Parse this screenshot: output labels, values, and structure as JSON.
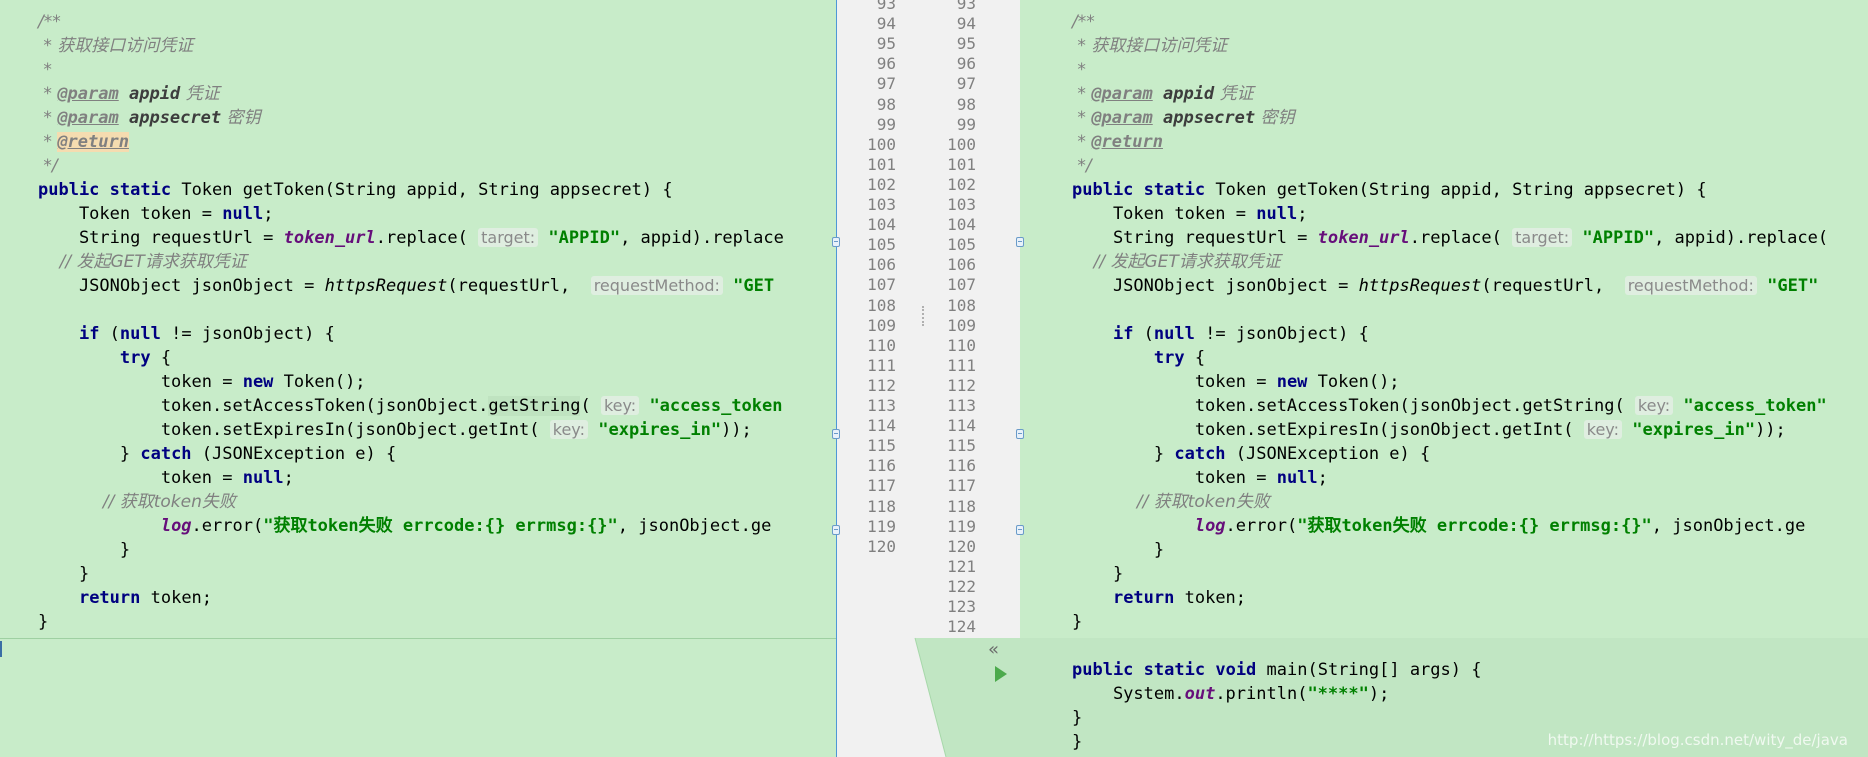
{
  "left_code": [
    {
      "l": [
        {
          "t": "/**",
          "c": "cm"
        }
      ]
    },
    {
      "l": [
        {
          "t": " * ",
          "c": "cm"
        },
        {
          "t": "获取接口访问凭证",
          "c": "cm"
        }
      ]
    },
    {
      "l": [
        {
          "t": " *",
          "c": "cm"
        }
      ]
    },
    {
      "l": [
        {
          "t": " * ",
          "c": "cm"
        },
        {
          "t": "@param",
          "c": "tag"
        },
        {
          "t": " "
        },
        {
          "t": "appid",
          "c": "pname"
        },
        {
          "t": " 凭证",
          "c": "cm"
        }
      ]
    },
    {
      "l": [
        {
          "t": " * ",
          "c": "cm"
        },
        {
          "t": "@param",
          "c": "tag"
        },
        {
          "t": " "
        },
        {
          "t": "appsecret",
          "c": "pname"
        },
        {
          "t": " 密钥",
          "c": "cm"
        }
      ]
    },
    {
      "l": [
        {
          "t": " * ",
          "c": "cm"
        },
        {
          "t": "@return",
          "c": "tag tag-hl"
        }
      ]
    },
    {
      "l": [
        {
          "t": " */",
          "c": "cm"
        }
      ]
    },
    {
      "l": [
        {
          "t": "public",
          "c": "kw"
        },
        {
          "t": " "
        },
        {
          "t": "static",
          "c": "kw"
        },
        {
          "t": " Token getToken(String appid, String appsecret) {"
        }
      ]
    },
    {
      "l": [
        {
          "t": "    Token token = "
        },
        {
          "t": "null",
          "c": "kw"
        },
        {
          "t": ";"
        }
      ]
    },
    {
      "l": [
        {
          "t": "    String requestUrl = "
        },
        {
          "t": "token_url",
          "c": "fld"
        },
        {
          "t": ".replace( "
        },
        {
          "t": "target:",
          "c": "hint"
        },
        {
          "t": " "
        },
        {
          "t": "\"APPID\"",
          "c": "str"
        },
        {
          "t": ", appid).replace"
        }
      ]
    },
    {
      "l": [
        {
          "t": "    // 发起GET请求获取凭证",
          "c": "cm"
        }
      ]
    },
    {
      "l": [
        {
          "t": "    JSONObject jsonObject = "
        },
        {
          "t": "httpsRequest",
          "c": "mstat"
        },
        {
          "t": "(requestUrl,  "
        },
        {
          "t": "requestMethod:",
          "c": "hint"
        },
        {
          "t": " "
        },
        {
          "t": "\"GET",
          "c": "str"
        }
      ]
    },
    {
      "l": []
    },
    {
      "l": [
        {
          "t": "    "
        },
        {
          "t": "if",
          "c": "kw"
        },
        {
          "t": " ("
        },
        {
          "t": "null",
          "c": "kw"
        },
        {
          "t": " != jsonObject) {"
        }
      ]
    },
    {
      "l": [
        {
          "t": "        "
        },
        {
          "t": "try",
          "c": "kw"
        },
        {
          "t": " {"
        }
      ]
    },
    {
      "l": [
        {
          "t": "            token = "
        },
        {
          "t": "new",
          "c": "kw"
        },
        {
          "t": " Token();"
        }
      ]
    },
    {
      "l": [
        {
          "t": "            token.setAccessToken(jsonObject."
        },
        {
          "t": "getString",
          "c": "mark"
        },
        {
          "t": "( "
        },
        {
          "t": "key:",
          "c": "hint"
        },
        {
          "t": " "
        },
        {
          "t": "\"access_token",
          "c": "str"
        }
      ]
    },
    {
      "l": [
        {
          "t": "            token.setExpiresIn(jsonObject.getInt( "
        },
        {
          "t": "key:",
          "c": "hint"
        },
        {
          "t": " "
        },
        {
          "t": "\"expires_in\"",
          "c": "str"
        },
        {
          "t": "));"
        }
      ]
    },
    {
      "l": [
        {
          "t": "        } "
        },
        {
          "t": "catch",
          "c": "kw"
        },
        {
          "t": " (JSONException e) {"
        }
      ]
    },
    {
      "l": [
        {
          "t": "            token = "
        },
        {
          "t": "null",
          "c": "kw"
        },
        {
          "t": ";"
        }
      ]
    },
    {
      "l": [
        {
          "t": "            // 获取token失败",
          "c": "cm"
        }
      ]
    },
    {
      "l": [
        {
          "t": "            "
        },
        {
          "t": "log",
          "c": "fld"
        },
        {
          "t": ".error("
        },
        {
          "t": "\"获取token失败 errcode:{} errmsg:{}\"",
          "c": "str"
        },
        {
          "t": ", jsonObject.ge"
        }
      ]
    },
    {
      "l": [
        {
          "t": "        }"
        }
      ]
    },
    {
      "l": [
        {
          "t": "    }"
        }
      ]
    },
    {
      "l": [
        {
          "t": "    "
        },
        {
          "t": "return",
          "c": "kw"
        },
        {
          "t": " token;"
        }
      ]
    },
    {
      "l": [
        {
          "t": "}"
        }
      ]
    }
  ],
  "right_code": [
    {
      "l": [
        {
          "t": "/**",
          "c": "cm"
        }
      ]
    },
    {
      "l": [
        {
          "t": " * ",
          "c": "cm"
        },
        {
          "t": "获取接口访问凭证",
          "c": "cm"
        }
      ]
    },
    {
      "l": [
        {
          "t": " *",
          "c": "cm"
        }
      ]
    },
    {
      "l": [
        {
          "t": " * ",
          "c": "cm"
        },
        {
          "t": "@param",
          "c": "tag"
        },
        {
          "t": " "
        },
        {
          "t": "appid",
          "c": "pname"
        },
        {
          "t": " 凭证",
          "c": "cm"
        }
      ]
    },
    {
      "l": [
        {
          "t": " * ",
          "c": "cm"
        },
        {
          "t": "@param",
          "c": "tag"
        },
        {
          "t": " "
        },
        {
          "t": "appsecret",
          "c": "pname"
        },
        {
          "t": " 密钥",
          "c": "cm"
        }
      ]
    },
    {
      "l": [
        {
          "t": " * ",
          "c": "cm"
        },
        {
          "t": "@return",
          "c": "tag"
        }
      ]
    },
    {
      "l": [
        {
          "t": " */",
          "c": "cm"
        }
      ]
    },
    {
      "l": [
        {
          "t": "public",
          "c": "kw"
        },
        {
          "t": " "
        },
        {
          "t": "static",
          "c": "kw"
        },
        {
          "t": " Token getToken(String appid, String appsecret) {"
        }
      ]
    },
    {
      "l": [
        {
          "t": "    Token token = "
        },
        {
          "t": "null",
          "c": "kw"
        },
        {
          "t": ";"
        }
      ]
    },
    {
      "l": [
        {
          "t": "    String requestUrl = "
        },
        {
          "t": "token_url",
          "c": "fld"
        },
        {
          "t": ".replace( "
        },
        {
          "t": "target:",
          "c": "hint"
        },
        {
          "t": " "
        },
        {
          "t": "\"APPID\"",
          "c": "str"
        },
        {
          "t": ", appid).replace("
        }
      ]
    },
    {
      "l": [
        {
          "t": "    // 发起GET请求获取凭证",
          "c": "cm"
        }
      ]
    },
    {
      "l": [
        {
          "t": "    JSONObject jsonObject = "
        },
        {
          "t": "httpsRequest",
          "c": "mstat"
        },
        {
          "t": "(requestUrl,  "
        },
        {
          "t": "requestMethod:",
          "c": "hint"
        },
        {
          "t": " "
        },
        {
          "t": "\"GET\"",
          "c": "str"
        }
      ]
    },
    {
      "l": []
    },
    {
      "l": [
        {
          "t": "    "
        },
        {
          "t": "if",
          "c": "kw"
        },
        {
          "t": " ("
        },
        {
          "t": "null",
          "c": "kw"
        },
        {
          "t": " != jsonObject) {"
        }
      ]
    },
    {
      "l": [
        {
          "t": "        "
        },
        {
          "t": "try",
          "c": "kw"
        },
        {
          "t": " {"
        }
      ]
    },
    {
      "l": [
        {
          "t": "            token = "
        },
        {
          "t": "new",
          "c": "kw"
        },
        {
          "t": " Token();"
        }
      ]
    },
    {
      "l": [
        {
          "t": "            token.setAccessToken(jsonObject.getString( "
        },
        {
          "t": "key:",
          "c": "hint"
        },
        {
          "t": " "
        },
        {
          "t": "\"access_token\"",
          "c": "str"
        }
      ]
    },
    {
      "l": [
        {
          "t": "            token.setExpiresIn(jsonObject.getInt( "
        },
        {
          "t": "key:",
          "c": "hint"
        },
        {
          "t": " "
        },
        {
          "t": "\"expires_in\"",
          "c": "str"
        },
        {
          "t": "));"
        }
      ]
    },
    {
      "l": [
        {
          "t": "        } "
        },
        {
          "t": "catch",
          "c": "kw"
        },
        {
          "t": " (JSONException e) {"
        }
      ]
    },
    {
      "l": [
        {
          "t": "            token = "
        },
        {
          "t": "null",
          "c": "kw"
        },
        {
          "t": ";"
        }
      ]
    },
    {
      "l": [
        {
          "t": "            // 获取token失败",
          "c": "cm"
        }
      ]
    },
    {
      "l": [
        {
          "t": "            "
        },
        {
          "t": "log",
          "c": "fld"
        },
        {
          "t": ".error("
        },
        {
          "t": "\"获取token失败 errcode:{} errmsg:{}\"",
          "c": "str"
        },
        {
          "t": ", jsonObject.ge"
        }
      ]
    },
    {
      "l": [
        {
          "t": "        }"
        }
      ]
    },
    {
      "l": [
        {
          "t": "    }"
        }
      ]
    },
    {
      "l": [
        {
          "t": "    "
        },
        {
          "t": "return",
          "c": "kw"
        },
        {
          "t": " token;"
        }
      ]
    },
    {
      "l": [
        {
          "t": "}"
        }
      ]
    },
    {
      "l": []
    },
    {
      "l": [
        {
          "t": "public",
          "c": "kw"
        },
        {
          "t": " "
        },
        {
          "t": "static",
          "c": "kw"
        },
        {
          "t": " "
        },
        {
          "t": "void",
          "c": "kw"
        },
        {
          "t": " main(String[] args) {"
        }
      ]
    },
    {
      "l": [
        {
          "t": "    System."
        },
        {
          "t": "out",
          "c": "fld"
        },
        {
          "t": ".println("
        },
        {
          "t": "\"****\"",
          "c": "str"
        },
        {
          "t": ");"
        }
      ]
    },
    {
      "l": [
        {
          "t": "}"
        }
      ]
    },
    {
      "l": [
        {
          "t": "}"
        }
      ]
    }
  ],
  "gutter": {
    "left_numbers": [
      "93",
      "94",
      "95",
      "96",
      "97",
      "98",
      "99",
      "100",
      "101",
      "102",
      "103",
      "104",
      "105",
      "106",
      "107",
      "108",
      "109",
      "110",
      "111",
      "112",
      "113",
      "114",
      "115",
      "116",
      "117",
      "118",
      "119",
      "120"
    ],
    "right_numbers": [
      "93",
      "94",
      "95",
      "96",
      "97",
      "98",
      "99",
      "100",
      "101",
      "102",
      "103",
      "104",
      "105",
      "106",
      "107",
      "108",
      "109",
      "110",
      "111",
      "112",
      "113",
      "114",
      "115",
      "116",
      "117",
      "118",
      "119",
      "120",
      "121",
      "122",
      "123",
      "124"
    ],
    "revert_icon": "«",
    "run_icon": "run-gutter-icon"
  },
  "colors": {
    "unchanged_bg": "#c8ecc9",
    "added_bg": "#c1e6c3",
    "gutter_bg": "#f1f1f1",
    "divider": "#4e97d7",
    "keyword": "#000080",
    "string": "#008000",
    "comment": "#808080",
    "field": "#660e7a"
  },
  "watermark": "http://https://blog.csdn.net/wity_de/java"
}
